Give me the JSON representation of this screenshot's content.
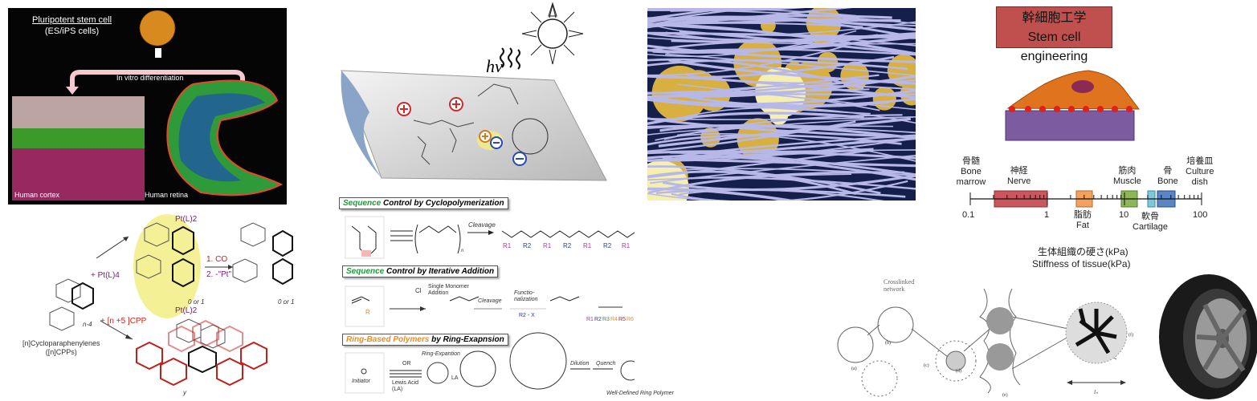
{
  "stem_cell_panel": {
    "source_label": "Pluripotent stem cell",
    "source_sub": "(ES/iPS cells)",
    "process": "In vitro differentiation",
    "left_label": "Human cortex",
    "right_label": "Human retina"
  },
  "cpp_panel": {
    "reagent_top": "+ Pt(L)4",
    "reagent_bottom": "+ [n +5 ]CPP",
    "pt_top": "Pt(L)2",
    "pt_bottom": "Pt(L)2",
    "step1": "1. CO",
    "step2": "2. -\"Pt\"",
    "repeat_a": "0 or 1",
    "repeat_b": "0 or 1",
    "n_label": "n-4",
    "y_label": "y",
    "compound_name": "[n]Cycloparaphenylenes",
    "compound_abbr": "([n]CPPs)"
  },
  "solar_panel": {
    "light_label": "hν"
  },
  "polymer_panel": {
    "scheme1": {
      "title_accent": "Sequence",
      "title_rest": " Control by Cyclopolymerization",
      "cleavage": "Cleavage",
      "n": "n",
      "units": [
        "R1",
        "R2",
        "R1",
        "R2",
        "R1",
        "R2",
        "R1"
      ]
    },
    "scheme2": {
      "title_accent": "Sequence",
      "title_rest": " Control by Iterative Addition",
      "single": "Single Monomer",
      "addition": "Addition",
      "cleavage": "Cleavage",
      "func1": "Functio-",
      "func2": "nalization",
      "reagent": "R2 - X",
      "r": "R",
      "cl": "Cl",
      "units": [
        "R1",
        "R2",
        "R3",
        "R4",
        "R5",
        "R6"
      ]
    },
    "scheme3": {
      "title_accent": "Ring-Based Polymers",
      "title_rest": " by Ring-Exapnsion",
      "initiator": "Initiator",
      "or": "OR",
      "lewis": "Lewis Acid",
      "la_abbr": "(LA)",
      "expansion": "Ring-Expantion",
      "la": "LA",
      "dilution": "Dilution",
      "quench": "Quench",
      "result": "Well-Defined Ring Polymer"
    }
  },
  "engineering_panel": {
    "title_jp": "幹細胞工学",
    "title_en": "Stem cell engineering",
    "scale": {
      "tick_labels": [
        "0.1",
        "1",
        "10",
        "100"
      ],
      "tissues": [
        {
          "jp": "骨髄",
          "en": "Bone marrow",
          "en2": ""
        },
        {
          "jp": "神経",
          "en": "Nerve"
        },
        {
          "jp": "脂肪",
          "en": "Fat"
        },
        {
          "jp": "筋肉",
          "en": "Muscle"
        },
        {
          "jp": "軟骨",
          "en": "Cartilage"
        },
        {
          "jp": "骨",
          "en": "Bone"
        },
        {
          "jp": "培養皿",
          "en": "Culture",
          "en2": "dish"
        }
      ],
      "axis_title_jp": "生体組織の硬さ(kPa)",
      "axis_title_en": "Stiffness of tissue(kPa)"
    },
    "colors": {
      "nerve": "#c9575d",
      "fat": "#f2a25c",
      "muscle": "#8db657",
      "cartilage": "#7fc7dc",
      "bone": "#5b86c4",
      "cell": "#e0731d",
      "substrate": "#7d5ba0",
      "title_bg": "#c0504d"
    }
  },
  "rubber_panel": {
    "network_label1": "Crosslinked",
    "network_label2": "network",
    "letters": [
      "(a)",
      "(b)",
      "(c)",
      "(d)",
      "(e)",
      "(f)"
    ],
    "length_label": "lₙ"
  }
}
